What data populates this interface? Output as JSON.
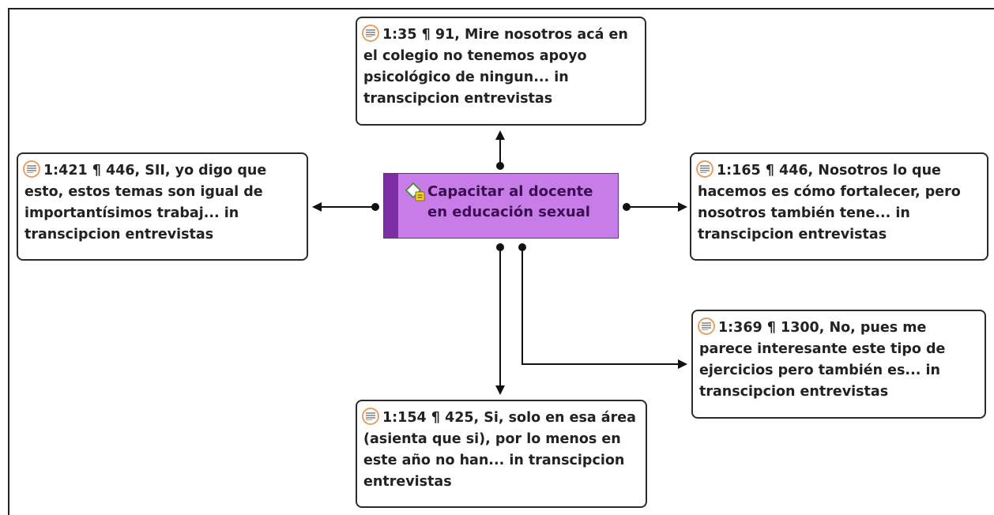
{
  "code": {
    "label": "Capacitar al docente en educación sexual",
    "icon": "code-icon"
  },
  "quotations": [
    {
      "id": "top",
      "text": "1:35 ¶ 91, Mire nosotros acá en el colegio no tenemos apoyo psicológico de ningun... in transcipcion entrevistas",
      "icon": "quotation-icon"
    },
    {
      "id": "left",
      "text": "1:421 ¶ 446, SII, yo digo que esto, estos temas son igual de importantísimos trabaj... in transcipcion entrevistas",
      "icon": "quotation-icon"
    },
    {
      "id": "right",
      "text": "1:165 ¶ 446, Nosotros lo que hacemos es cómo fortalecer, pero nosotros también tene... in transcipcion entrevistas",
      "icon": "quotation-icon"
    },
    {
      "id": "lower-right",
      "text": "1:369 ¶ 1300, No, pues me parece interesante este tipo de ejercicios pero también es... in transcipcion entrevistas",
      "icon": "quotation-icon"
    },
    {
      "id": "bottom",
      "text": "1:154 ¶ 425, Si, solo en esa área (asienta que si), por lo menos en este año no han... in transcipcion entrevistas",
      "icon": "quotation-icon"
    }
  ],
  "colors": {
    "code_fill": "#c77ce8",
    "code_bar": "#7d2ea5",
    "quote_icon_ring": "#e8a062",
    "link": "#111111"
  }
}
